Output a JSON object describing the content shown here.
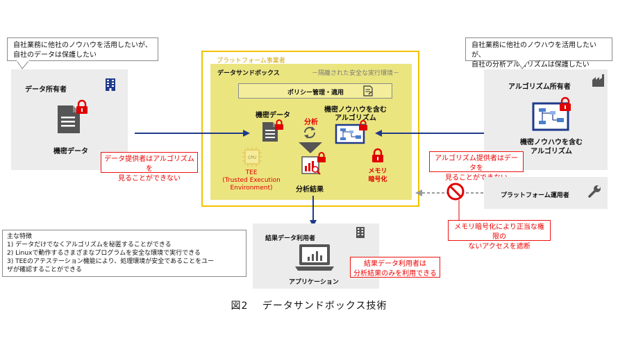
{
  "data_owner": {
    "callout": [
      "自社業務に他社のノウハウを活用したいが、",
      "自社のデータは保護したい"
    ],
    "title": "データ所有者",
    "item_label": "機密データ",
    "note": [
      "データ提供者はアルゴリズムを",
      "見ることができない"
    ]
  },
  "algo_owner": {
    "callout": [
      "自社業務に他社のノウハウを活用したいが、",
      "自社の分析アルゴリズムは保護したい"
    ],
    "title": "アルゴリズム所有者",
    "item_label": [
      "機密ノウハウを含む",
      "アルゴリズム"
    ],
    "note": [
      "アルゴリズム提供者はデータを",
      "見ることができない"
    ]
  },
  "platform": {
    "label": "プラットフォーム事業者",
    "sandbox_title": "データサンドボックス",
    "sandbox_subtitle": "－隔離された安全な実行環境－",
    "policy": "ポリシー管理・適用",
    "secret_data": "機密データ",
    "secret_algo": [
      "機密ノウハウを含む",
      "アルゴリズム"
    ],
    "analysis": "分析",
    "analysis_result": "分析結果",
    "cpu_label": "CPU",
    "tee": [
      "TEE",
      "(Trusted Execution",
      "Environment)"
    ],
    "memory": [
      "メモリ",
      "暗号化"
    ]
  },
  "operator": {
    "title": "プラットフォーム運用者",
    "note": [
      "メモリ暗号化により正当な権限の",
      "ないアクセスを遮断"
    ]
  },
  "result_user": {
    "title": "結果データ利用者",
    "app_label": "アプリケーション",
    "note": [
      "結果データ利用者は",
      "分析結果のみを利用できる"
    ]
  },
  "features": {
    "heading": "主な特徴",
    "items": [
      "1) データだけでなくアルゴリズムを秘匿することができる",
      "2) Linuxで動作するさまざまなプログラムを安全な環境で実行できる",
      "3) TEEのアテステーション機能により、処理環境が安全であることをユー",
      "ザが確認することができる"
    ]
  },
  "caption": "図2　 データサンドボックス技術",
  "colors": {
    "accent_red": "#e00000",
    "arrow_blue": "#1f3a8a",
    "platform_border": "#f2c200",
    "sandbox_fill": "#ebe580",
    "policy_fill": "#f4ee9c",
    "panel_gray": "#ececec"
  }
}
